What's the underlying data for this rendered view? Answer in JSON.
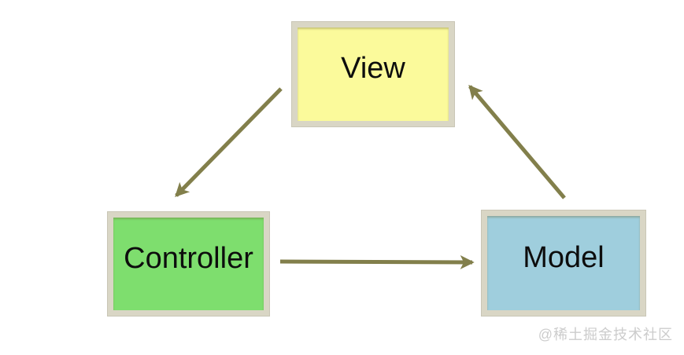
{
  "diagram": {
    "nodes": [
      {
        "id": "view",
        "label": "View",
        "fill": "#fbfa9b"
      },
      {
        "id": "controller",
        "label": "Controller",
        "fill": "#7ede6e"
      },
      {
        "id": "model",
        "label": "Model",
        "fill": "#9fcedd"
      }
    ],
    "edges": [
      {
        "from": "View",
        "to": "Controller"
      },
      {
        "from": "Controller",
        "to": "Model"
      },
      {
        "from": "Model",
        "to": "View"
      }
    ],
    "colors": {
      "arrow": "#827f4b",
      "node_border": "#d9d6c5",
      "background": "#ffffff",
      "label_text": "#0d0d0d"
    }
  },
  "watermark": {
    "text": "@稀土掘金技术社区",
    "color": "#cccccc"
  }
}
